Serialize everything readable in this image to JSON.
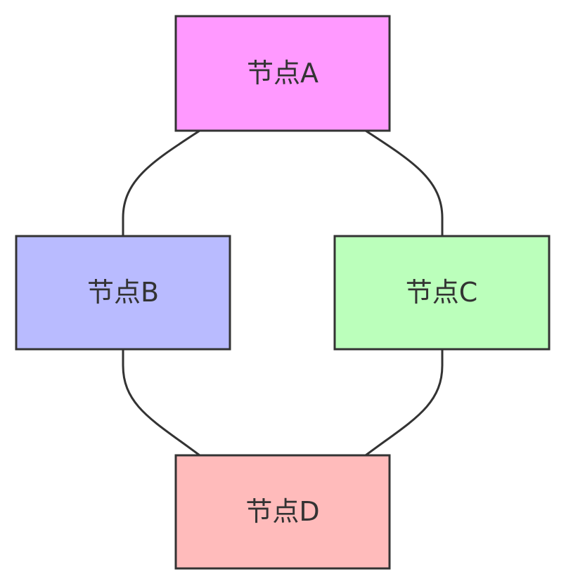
{
  "diagram": {
    "nodes": [
      {
        "id": "A",
        "label": "节点A",
        "fill": "#ff99ff"
      },
      {
        "id": "B",
        "label": "节点B",
        "fill": "#b9bbff"
      },
      {
        "id": "C",
        "label": "节点C",
        "fill": "#bbffbb"
      },
      {
        "id": "D",
        "label": "节点D",
        "fill": "#ffbbbb"
      }
    ],
    "edges": [
      {
        "from": "A",
        "to": "B"
      },
      {
        "from": "A",
        "to": "C"
      },
      {
        "from": "B",
        "to": "D"
      },
      {
        "from": "C",
        "to": "D"
      }
    ],
    "stroke_color": "#333333"
  }
}
